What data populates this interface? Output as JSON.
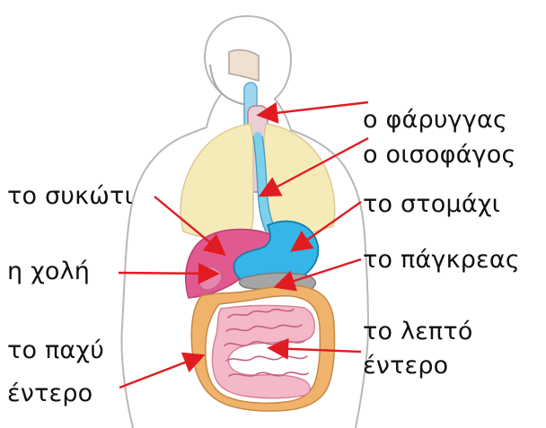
{
  "labels": {
    "pharynx": "ο φάρυγγας",
    "esophagus": "ο οισοφάγος",
    "liver": "το συκώτι",
    "stomach": "το στομάχι",
    "gallbladder": "η χολή",
    "pancreas": "το πάγκρεας",
    "large_intestine_line1": "το παχύ",
    "large_intestine_line2": "έντερο",
    "small_intestine_line1": "το λεπτό",
    "small_intestine_line2": "έντερο"
  },
  "colors": {
    "arrow": "#e11b22",
    "text": "#111111",
    "body_outline": "#b8b8b8",
    "lungs": "#f5ebb8",
    "liver": "#e05a8f",
    "stomach": "#35b5e8",
    "pancreas": "#a5a5a5",
    "intestines": "#f0b36c",
    "small_intestine": "#e784a0"
  }
}
